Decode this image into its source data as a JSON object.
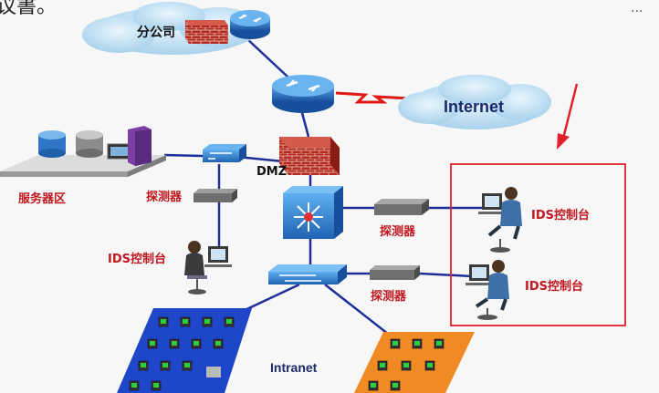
{
  "top_fragment": "议書。",
  "corner_menu": "...",
  "nodes": {
    "branch": "分公司",
    "internet": "Internet",
    "dmz": "DMZ",
    "server_zone": "服务器区",
    "probe_left": "探测器",
    "probe_mid": "探测器",
    "probe_low": "探测器",
    "ids_console_left": "IDS控制台",
    "ids_console_right_top": "IDS控制台",
    "ids_console_right_bottom": "IDS控制台",
    "intranet": "Intranet"
  },
  "colors": {
    "link": "#1f2f9a",
    "wan_link": "#e01818",
    "highlight_box": "#e0202a",
    "arrow": "#e0202a",
    "cloud": "#b9dcf0",
    "router": "#1f62b8",
    "firewall": "#b22a24",
    "lan_blue": "#1e46c8",
    "lan_orange": "#f08a24"
  }
}
